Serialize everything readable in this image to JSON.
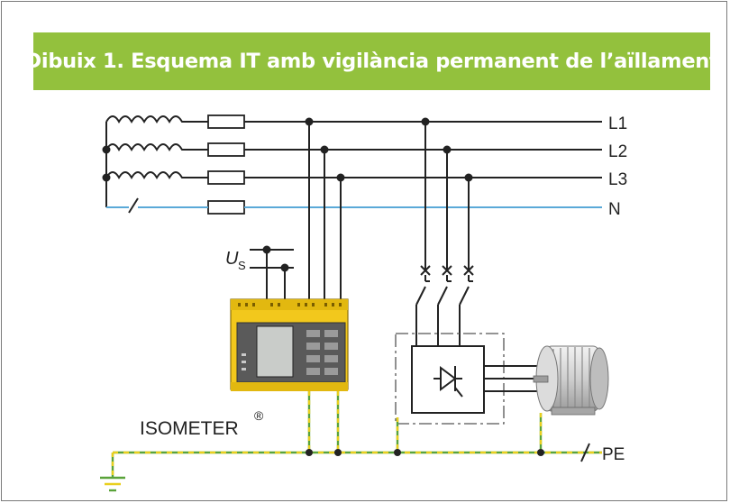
{
  "header": {
    "title": "Dibuix 1. Esquema IT amb vigilància permanent de l’aïllament"
  },
  "diagram": {
    "line_labels": [
      "L1",
      "L2",
      "L3",
      "N"
    ],
    "pe_label": "PE",
    "supply_symbol": "U",
    "supply_subscript": "S",
    "device_label": "ISOMETER",
    "device_mark": "®"
  },
  "colors": {
    "banner": "#93c13d",
    "neutral_line": "#5aa9d8",
    "earth_green": "#5aa33a",
    "earth_yellow": "#e9cf1e",
    "device_yellow": "#f2c81c"
  }
}
